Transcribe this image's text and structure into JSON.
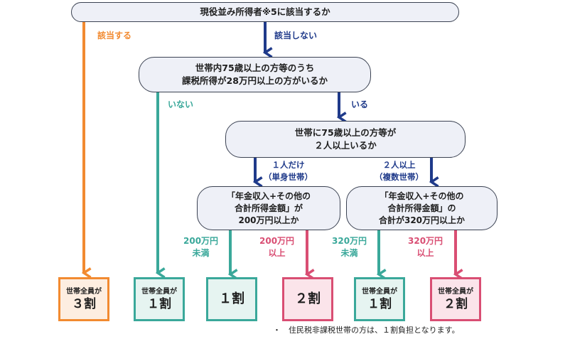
{
  "nodes": {
    "q1": "現役並み所得者※5に該当するか",
    "q2": "世帯内75歳以上の方等のうち\n課税所得が28万円以上の方がいるか",
    "q3": "世帯に75歳以上の方等が\n２人以上いるか",
    "q4": "「年金収入+その他の\n合計所得金額」が\n200万円以上か",
    "q5": "「年金収入+その他の\n合計所得金額」の\n合計が320万円以上か"
  },
  "edges": {
    "q1_yes": "該当する",
    "q1_no": "該当しない",
    "q2_no": "いない",
    "q2_yes": "いる",
    "q3_one": "１人だけ\n（単身世帯）",
    "q3_two": "２人以上\n（複数世帯）",
    "q4_under": "200万円\n未満",
    "q4_over": "200万円\n以上",
    "q5_under": "320万円\n未満",
    "q5_over": "320万円\n以上"
  },
  "results": {
    "r1_small": "世帯全員が",
    "r1_big": "３割",
    "r2_small": "世帯全員が",
    "r2_big": "１割",
    "r3_big": "１割",
    "r4_big": "２割",
    "r5_small": "世帯全員が",
    "r5_big": "１割",
    "r6_small": "世帯全員が",
    "r6_big": "２割"
  },
  "note": "・　住民税非課税世帯の方は、１割負担となります。",
  "colors": {
    "orange": "#f28a30",
    "teal": "#3aa89a",
    "pink": "#d94e73",
    "navy": "#1f3a8a",
    "node_fill": "#eef0f7",
    "teal_fill": "#e6f4f1",
    "pink_fill": "#fbe4ea",
    "orange_fill": "#fdeee1"
  }
}
